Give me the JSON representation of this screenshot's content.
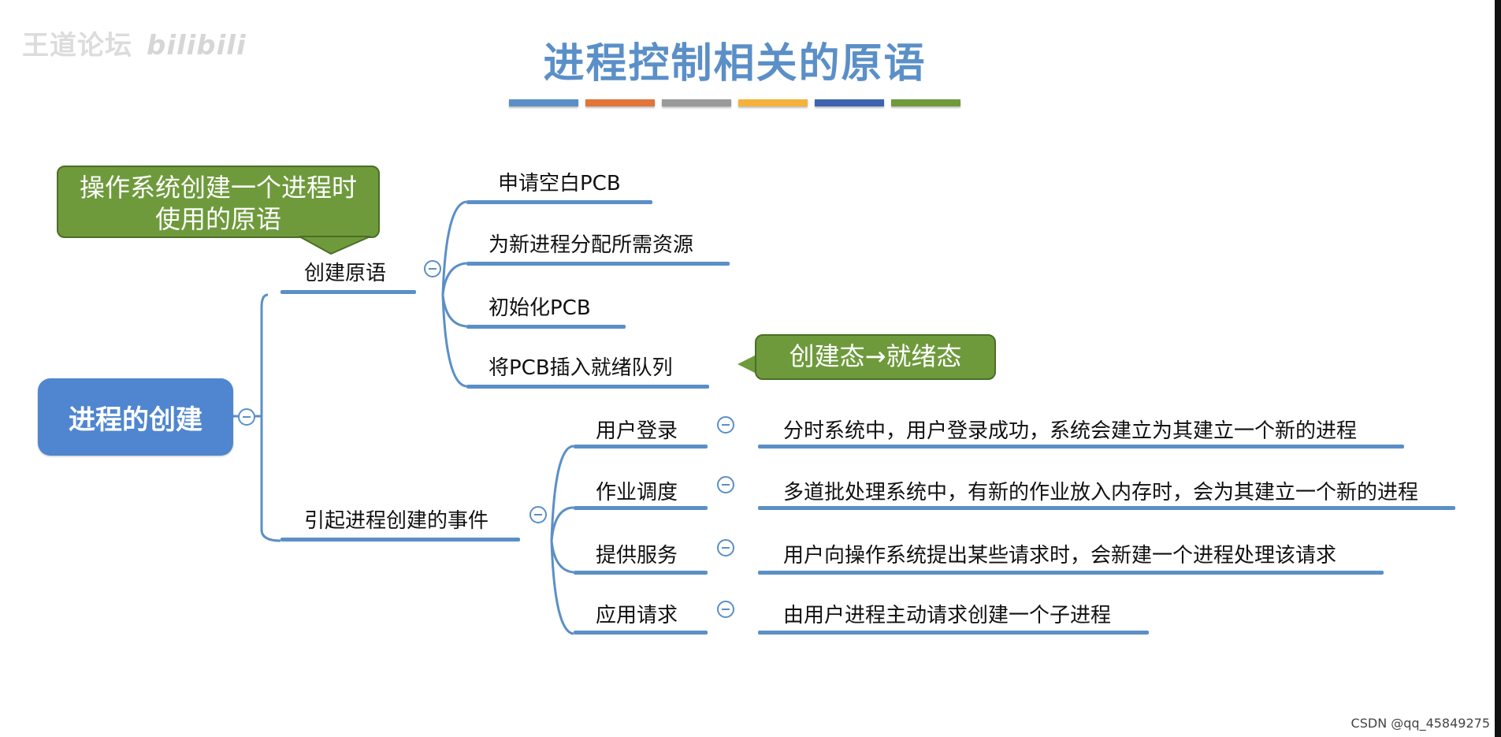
{
  "watermark": {
    "text": "王道论坛",
    "brand": "bilibili"
  },
  "title": "进程控制相关的原语",
  "color_bars": [
    "#5b8fc7",
    "#e0763a",
    "#9a9a9a",
    "#f4b23c",
    "#3f63b0",
    "#6e9a3c"
  ],
  "root": {
    "label": "进程的创建"
  },
  "create_primitive": {
    "label": "创建原语",
    "steps": [
      "申请空白PCB",
      "为新进程分配所需资源",
      "初始化PCB",
      "将PCB插入就绪队列"
    ],
    "callout": "操作系统创建一个进程时使用的原语",
    "state_callout": "创建态→就绪态"
  },
  "events": {
    "label": "引起进程创建的事件",
    "items": [
      {
        "name": "用户登录",
        "desc": "分时系统中，用户登录成功，系统会建立为其建立一个新的进程"
      },
      {
        "name": "作业调度",
        "desc": "多道批处理系统中，有新的作业放入内存时，会为其建立一个新的进程"
      },
      {
        "name": "提供服务",
        "desc": "用户向操作系统提出某些请求时，会新建一个进程处理该请求"
      },
      {
        "name": "应用请求",
        "desc": "由用户进程主动请求创建一个子进程"
      }
    ]
  },
  "credit": "CSDN @qq_45849275",
  "colors": {
    "branch": "#5b8fc7",
    "root": "#4f86cf",
    "callout": "#6e9a3c"
  }
}
